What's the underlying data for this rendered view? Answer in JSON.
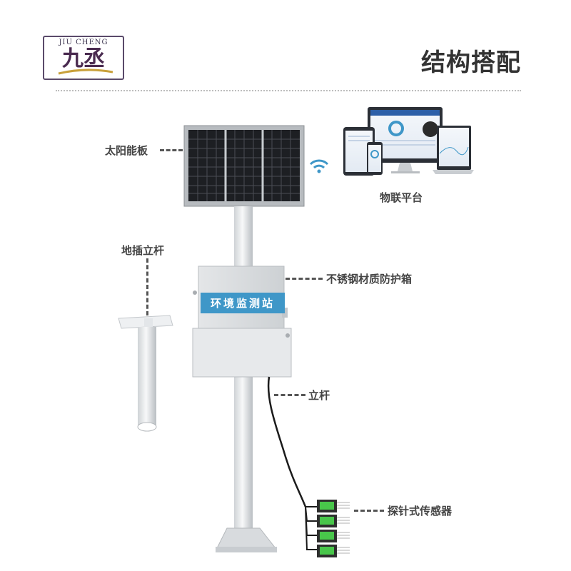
{
  "logo": {
    "brand_en": "JIU CHENG",
    "brand_cn": "九丞"
  },
  "header": {
    "title": "结构搭配"
  },
  "labels": {
    "solar_panel": "太阳能板",
    "iot_platform": "物联平台",
    "ground_pole": "地插立杆",
    "steel_box": "不锈钢材质防护箱",
    "pole": "立杆",
    "probe_sensor": "探针式传感器",
    "station_name": "环境监测站"
  },
  "colors": {
    "accent_blue": "#3f97c8",
    "title": "#333333",
    "sensor_screen": "#48c64a"
  }
}
